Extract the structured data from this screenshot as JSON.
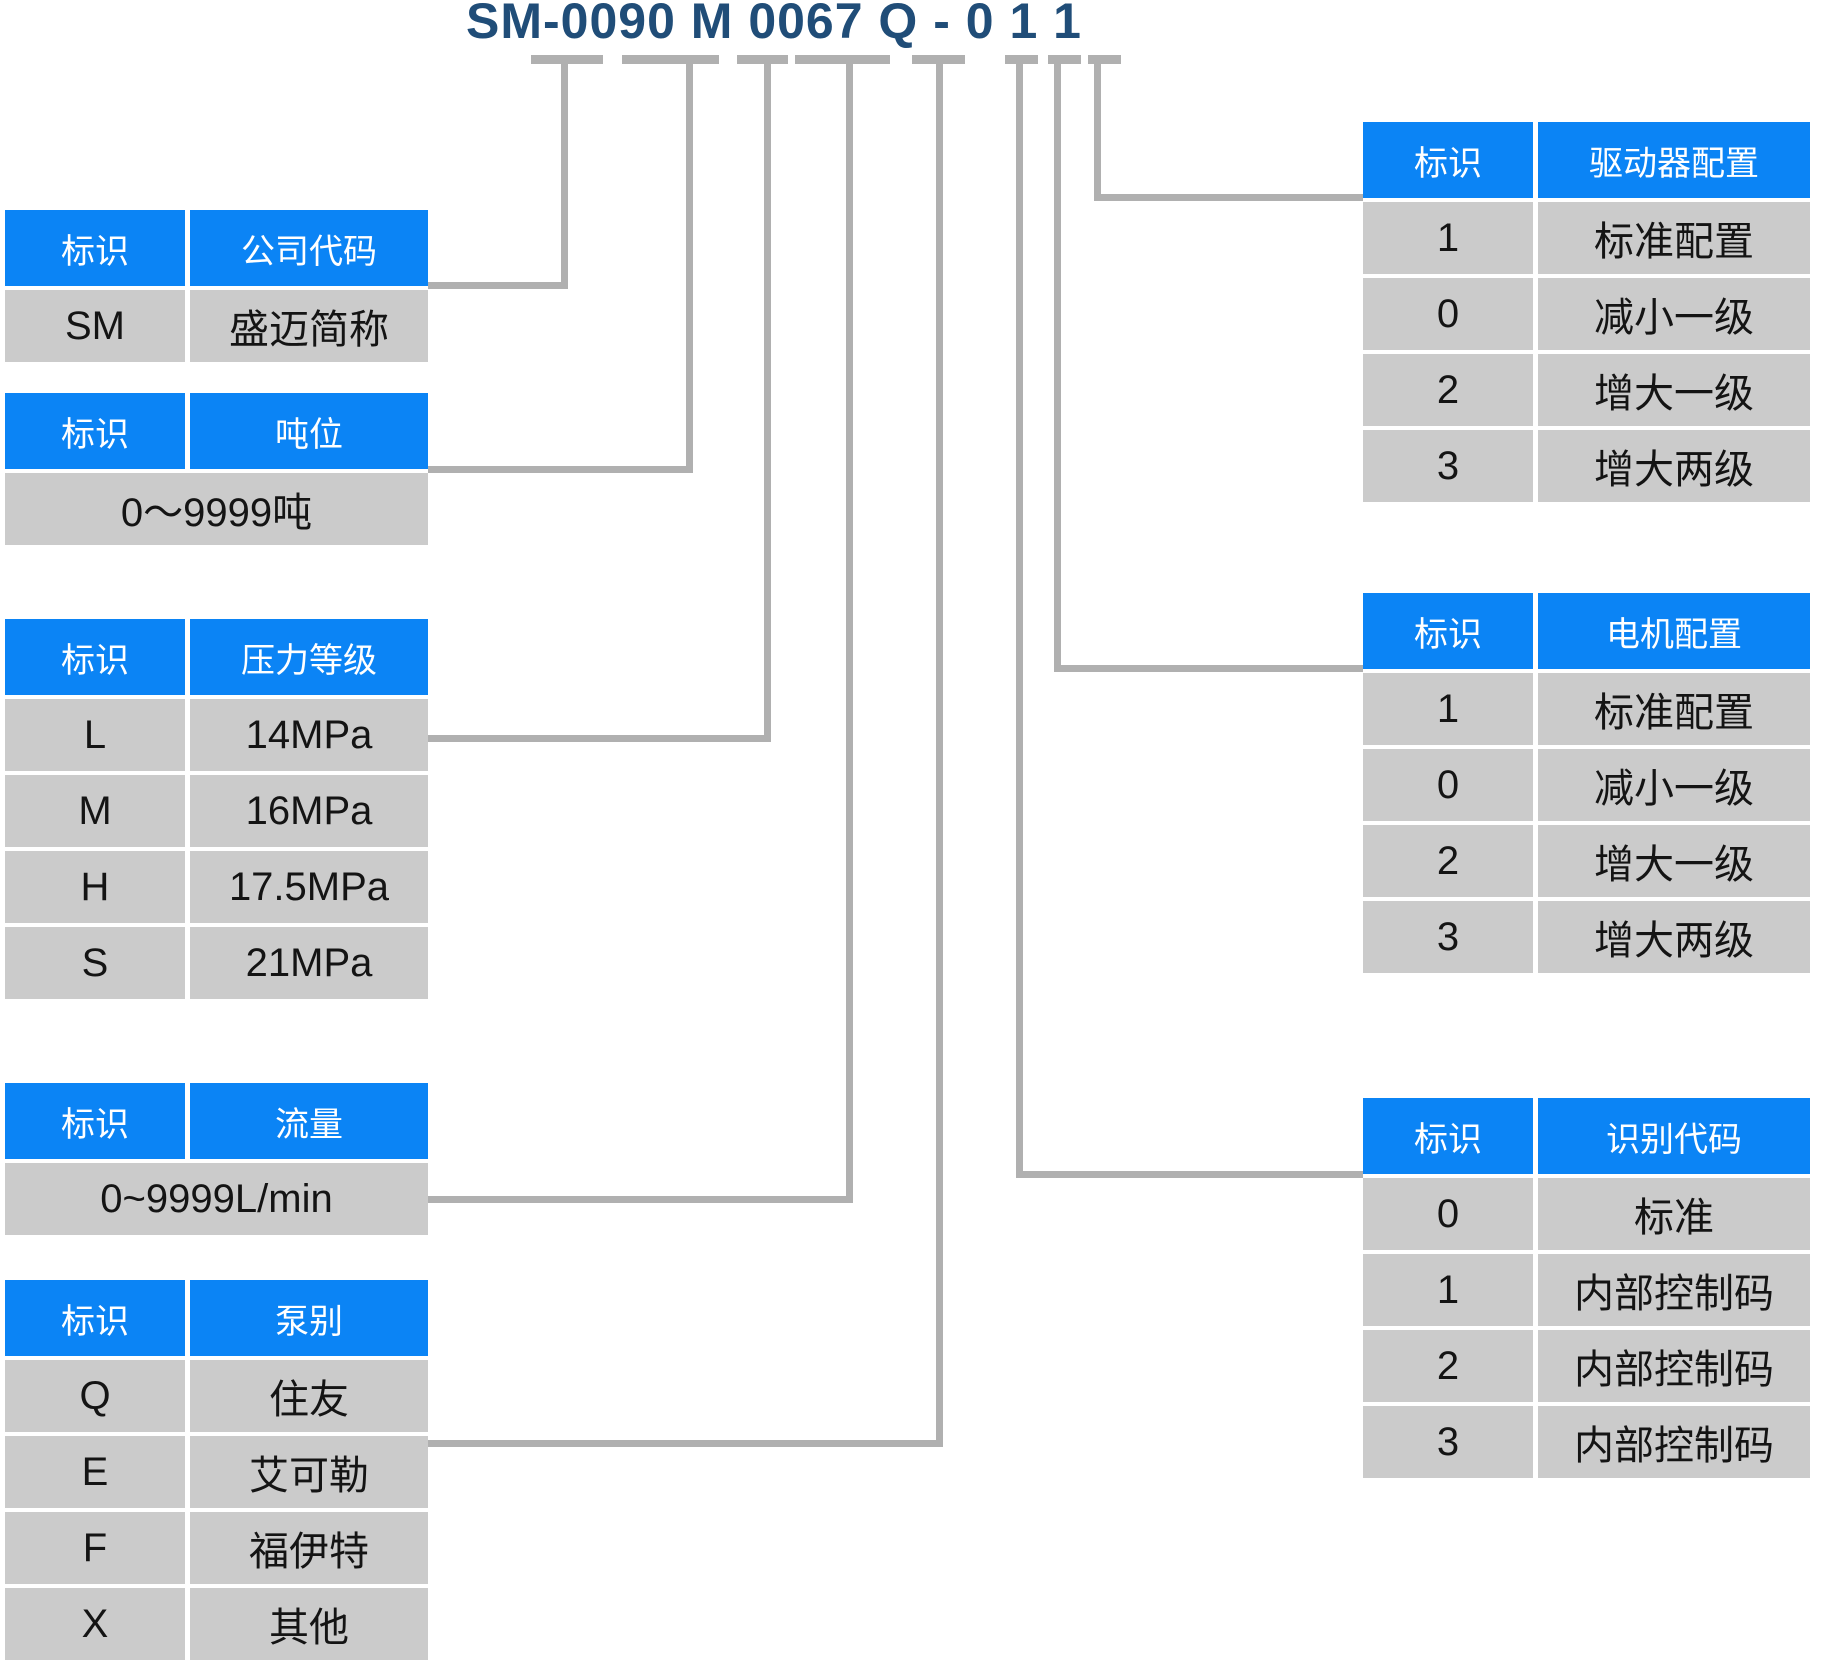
{
  "title": {
    "model_code": "SM-0090 M 0067 Q - 0 1 1"
  },
  "colors": {
    "header_blue": "#0b84f5",
    "cell_gray": "#cbcbcb",
    "connector_gray": "#b0b0b0",
    "title_navy": "#204d78"
  },
  "tables": {
    "company": {
      "id_header": "标识",
      "value_header": "公司代码",
      "rows": [
        {
          "id": "SM",
          "value": "盛迈简称"
        }
      ]
    },
    "tonnage": {
      "id_header": "标识",
      "value_header": "吨位",
      "span_value": "0〜9999吨"
    },
    "pressure": {
      "id_header": "标识",
      "value_header": "压力等级",
      "rows": [
        {
          "id": "L",
          "value": "14MPa"
        },
        {
          "id": "M",
          "value": "16MPa"
        },
        {
          "id": "H",
          "value": "17.5MPa"
        },
        {
          "id": "S",
          "value": "21MPa"
        }
      ]
    },
    "flow": {
      "id_header": "标识",
      "value_header": "流量",
      "span_value": "0~9999L/min"
    },
    "pump": {
      "id_header": "标识",
      "value_header": "泵别",
      "rows": [
        {
          "id": "Q",
          "value": "住友"
        },
        {
          "id": "E",
          "value": "艾可勒"
        },
        {
          "id": "F",
          "value": "福伊特"
        },
        {
          "id": "X",
          "value": "其他"
        }
      ]
    },
    "driver": {
      "id_header": "标识",
      "value_header": "驱动器配置",
      "rows": [
        {
          "id": "1",
          "value": "标准配置"
        },
        {
          "id": "0",
          "value": "减小一级"
        },
        {
          "id": "2",
          "value": "增大一级"
        },
        {
          "id": "3",
          "value": "增大两级"
        }
      ]
    },
    "motor": {
      "id_header": "标识",
      "value_header": "电机配置",
      "rows": [
        {
          "id": "1",
          "value": "标准配置"
        },
        {
          "id": "0",
          "value": "减小一级"
        },
        {
          "id": "2",
          "value": "增大一级"
        },
        {
          "id": "3",
          "value": "增大两级"
        }
      ]
    },
    "id_code": {
      "id_header": "标识",
      "value_header": "识别代码",
      "rows": [
        {
          "id": "0",
          "value": "标准"
        },
        {
          "id": "1",
          "value": "内部控制码"
        },
        {
          "id": "2",
          "value": "内部控制码"
        },
        {
          "id": "3",
          "value": "内部控制码"
        }
      ]
    }
  }
}
